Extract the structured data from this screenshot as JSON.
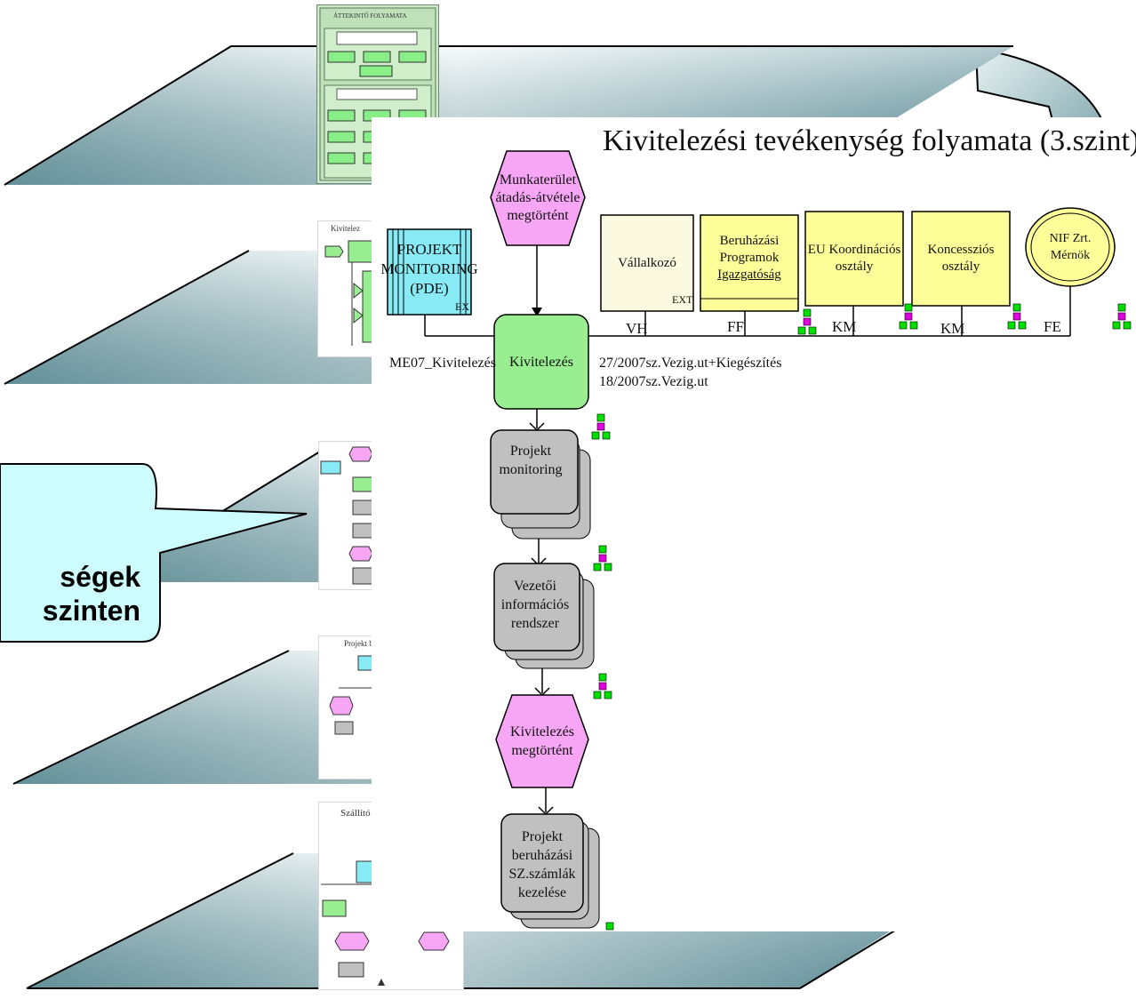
{
  "callout": {
    "lines": [
      "ségek",
      "szinten"
    ]
  },
  "thumbnails": {
    "t1": {
      "title": "ÁTTEKINTŐ FOLYAMATA"
    },
    "t2": {
      "title": "Kivitelez"
    },
    "t4": {
      "title": "Projekt b"
    },
    "t5": {
      "title": "Szállító"
    }
  },
  "diagram": {
    "title": "Kivitelezési tevékenység folyamata (3.szint)",
    "event_start": [
      "Munkaterület",
      "átadás-átvétele",
      "megtörtént"
    ],
    "monitoring_system": {
      "lines": [
        "PROJEKT",
        "MONITORING",
        "(PDE)"
      ],
      "tag": "EX"
    },
    "org_units": [
      {
        "label": [
          "Vállalkozó"
        ],
        "tag": "EXT",
        "code": "VH"
      },
      {
        "label": [
          "Beruházási",
          "Programok",
          "Igazgatóság"
        ],
        "code": "FF"
      },
      {
        "label": [
          "EU Koordinációs",
          "osztály"
        ],
        "code": "KM"
      },
      {
        "label": [
          "Koncessziós",
          "osztály"
        ],
        "code": "KM"
      },
      {
        "label": [
          "NIF Zrt.",
          "Mérnök"
        ],
        "code": "FE"
      }
    ],
    "main_function": "Kivitelezés",
    "left_label": "ME07_Kivitelezés",
    "regulations": [
      "27/2007sz.Vezig.ut+Kiegészítés",
      "18/2007sz.Vezig.ut"
    ],
    "subprocesses": [
      [
        "Projekt",
        "monitoring"
      ],
      [
        "Vezetői",
        "információs",
        "rendszer"
      ]
    ],
    "event_end": [
      "Kivitelezés",
      "megtörtént"
    ],
    "last_process": [
      "Projekt",
      "beruházási",
      "SZ.számlák",
      "kezelése"
    ]
  },
  "colors": {
    "event": "#f6a6f4",
    "function": "#98ee90",
    "process": "#c0c0c0",
    "org": "#ffff99",
    "org_light": "#fbf9df",
    "system": "#88eaf4",
    "callout": "#ccfcfe",
    "plate": "#5e8d96"
  }
}
